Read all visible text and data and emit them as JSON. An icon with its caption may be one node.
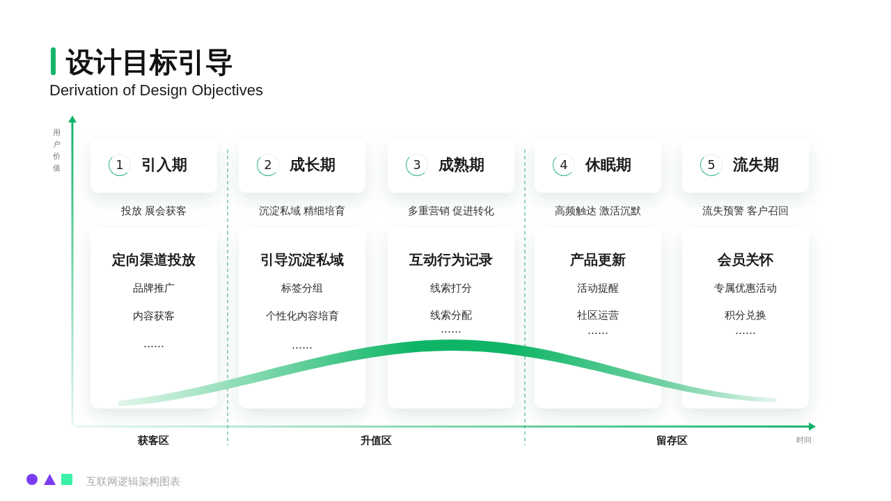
{
  "diagram": {
    "title": "设计目标引导",
    "nodes": [
      {
        "text": [
          "1",
          "引入期"
        ],
        "beside": [
          "投放 展会获客"
        ]
      },
      {
        "text": [
          "2",
          "成长期"
        ],
        "beside": [
          "沉淀私域 精细培育"
        ]
      },
      {
        "text": [
          "3",
          "成熟期"
        ],
        "beside": [
          "多重营销 促进转化"
        ]
      },
      {
        "text": [
          "4",
          "休眠期"
        ],
        "beside": [
          "高频触达 激活沉默"
        ]
      },
      {
        "text": [
          "5",
          "流失期"
        ],
        "beside": [
          "流失预警 客户召回"
        ]
      },
      {
        "text": [
          "定向渠道投放",
          "品牌推广",
          "内容获客",
          "……"
        ]
      },
      {
        "text": [
          "引导沉淀私域",
          "标签分组",
          "个性化内容培育",
          "……"
        ]
      },
      {
        "text": [
          "互动行为记录",
          "线索打分",
          "线索分配",
          "……"
        ]
      },
      {
        "text": [
          "产品更新",
          "活动提醒",
          "社区运营",
          "……"
        ]
      },
      {
        "text": [
          "会员关怀",
          "专属优惠活动",
          "积分兑换",
          "……"
        ]
      }
    ],
    "labels": [
      "Derivation of Design Objectives",
      "用户价值",
      "获客区",
      "升值区",
      "留存区",
      "时间",
      "互联网逻辑架构图表"
    ]
  }
}
